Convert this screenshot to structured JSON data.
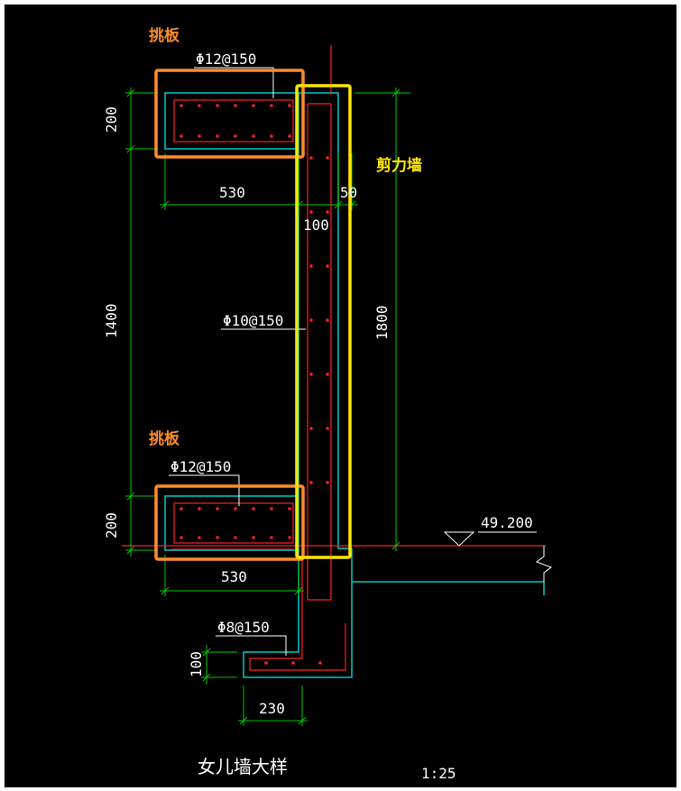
{
  "annotations": {
    "cantilever_top": "挑板",
    "cantilever_bottom": "挑板",
    "shear_wall": "剪力墙"
  },
  "rebar_labels": {
    "top_slab": "Φ12@150",
    "wall": "Φ10@150",
    "bottom_slab": "Φ12@150",
    "footing": "Φ8@150"
  },
  "dimensions": {
    "top_slab_height": "200",
    "top_slab_width": "530",
    "wall_offset": "50",
    "wall_thickness": "100",
    "mid_span": "1400",
    "total_height": "1800",
    "bottom_slab_height": "200",
    "bottom_slab_width": "530",
    "footing_height": "100",
    "footing_width": "230"
  },
  "elevation": "49.200",
  "title": "女儿墙大样",
  "scale": "1:25",
  "colors": {
    "background": "#000000",
    "frame": "#ffffff",
    "dimension_lines": "#00c800",
    "concrete_outline": "#00c8c8",
    "rebar": "#ff2020",
    "highlight_orange": "#ff8c28",
    "highlight_yellow": "#ffe600",
    "text": "#ffffff"
  }
}
